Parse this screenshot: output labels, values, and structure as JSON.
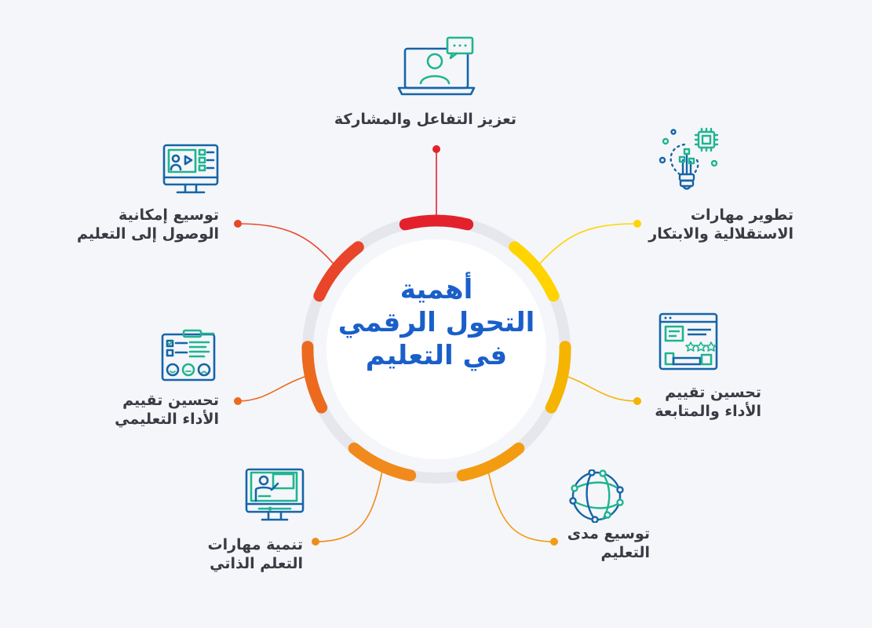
{
  "title": {
    "line1": "أهمية",
    "line2": "التحول الرقمي",
    "line3": "في التعليم"
  },
  "items": [
    {
      "id": "interaction",
      "icon": "video-call-icon",
      "color": "#e3212c",
      "lines": [
        "تعزيز التفاعل والمشاركة"
      ]
    },
    {
      "id": "innovation",
      "icon": "lightbulb-chip-icon",
      "color": "#ffd400",
      "lines": [
        "تطوير مهارات",
        "الاستقلالية والابتكار"
      ]
    },
    {
      "id": "performance-tracking",
      "icon": "browser-rating-icon",
      "color": "#f5b400",
      "lines": [
        "تحسين تقييم",
        "الأداء والمتابعة"
      ]
    },
    {
      "id": "reach",
      "icon": "network-globe-icon",
      "color": "#f39c12",
      "lines": [
        "توسيع مدى",
        "التعليم"
      ]
    },
    {
      "id": "self-learning",
      "icon": "monitor-teacher-icon",
      "color": "#f08a1c",
      "lines": [
        "تنمية مهارات",
        "التعلم الذاتي"
      ]
    },
    {
      "id": "educational-assessment",
      "icon": "survey-checklist-icon",
      "color": "#ec6a1e",
      "lines": [
        "تحسين تقييم",
        "الأداء التعليمي"
      ]
    },
    {
      "id": "access",
      "icon": "monitor-video-icon",
      "color": "#e8452a",
      "lines": [
        "توسيع إمكانية",
        "الوصول إلى التعليم"
      ]
    }
  ],
  "colors": {
    "title": "#1a5fc9",
    "icon_primary": "#1565a8",
    "icon_secondary": "#1fb58f",
    "ring": "#e6e7ec",
    "text": "#3a3a44"
  }
}
